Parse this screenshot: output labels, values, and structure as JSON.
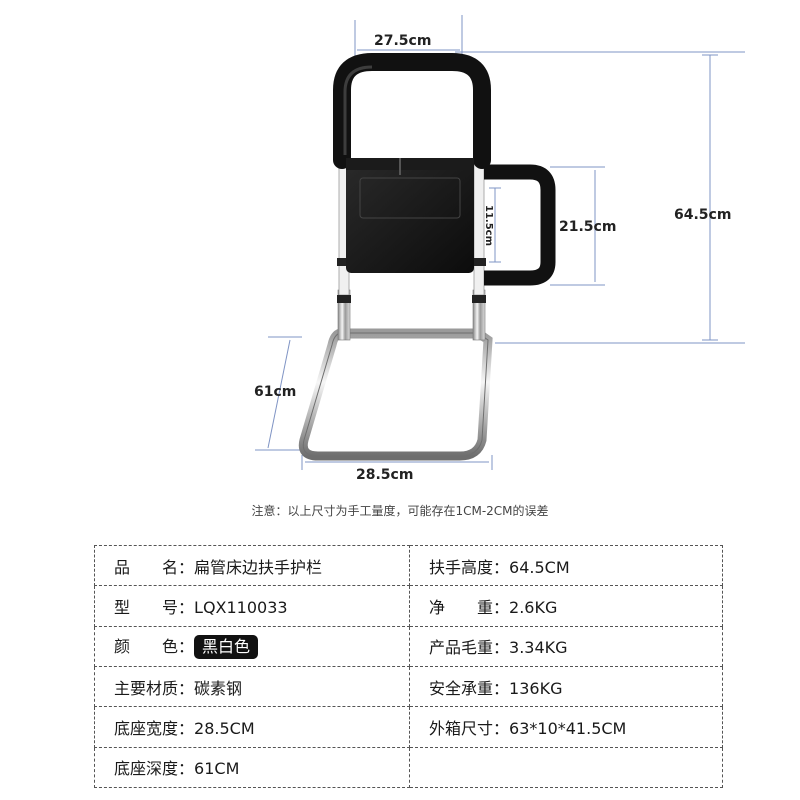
{
  "dimensions": {
    "top_width": "27.5cm",
    "handle_height": "11.5cm",
    "handle_width": "21.5cm",
    "total_height": "64.5cm",
    "base_depth": "61cm",
    "base_width": "28.5cm"
  },
  "note": "注意：以上尺寸为手工量度，可能存在1CM-2CM的误差",
  "specs": [
    {
      "left_label": "品　　名",
      "left_value": "扁管床边扶手护栏",
      "right_label": "扶手高度",
      "right_value": "64.5CM"
    },
    {
      "left_label": "型　　号",
      "left_value": "LQX110033",
      "right_label": "净　　重",
      "right_value": "2.6KG"
    },
    {
      "left_label": "颜　　色",
      "left_value": "黑白色",
      "right_label": "产品毛重",
      "right_value": "3.34KG"
    },
    {
      "left_label": "主要材质",
      "left_value": "碳素钢",
      "right_label": "安全承重",
      "right_value": "136KG"
    },
    {
      "left_label": "底座宽度",
      "left_value": "28.5CM",
      "right_label": "外箱尺寸",
      "right_value": "63*10*41.5CM"
    },
    {
      "left_label": "底座深度",
      "left_value": "61CM",
      "right_label": "",
      "right_value": ""
    }
  ],
  "colon": "："
}
